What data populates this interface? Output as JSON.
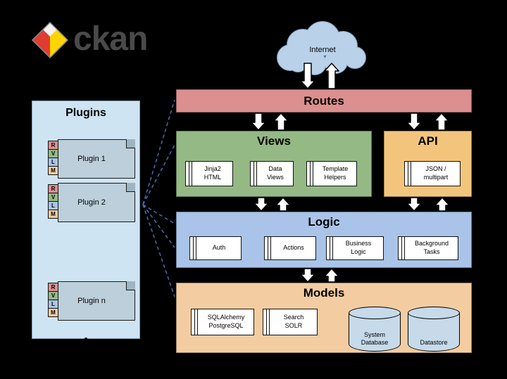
{
  "logo": {
    "text": "ckan"
  },
  "cloud": {
    "label": "Internet"
  },
  "plugins": {
    "title": "Plugins",
    "tab_labels": [
      "R",
      "V",
      "L",
      "M"
    ],
    "items": [
      {
        "label": "Plugin 1"
      },
      {
        "label": "Plugin 2"
      },
      {
        "label": "Plugin n"
      }
    ]
  },
  "layers": {
    "routes": {
      "title": "Routes",
      "color": "#dc8f8f"
    },
    "views": {
      "title": "Views",
      "color": "#94b985",
      "components": [
        "Jinja2\nHTML",
        "Data\nViews",
        "Template\nHelpers"
      ]
    },
    "api": {
      "title": "API",
      "color": "#f3c57c",
      "components": [
        "JSON /\nmultipart"
      ]
    },
    "logic": {
      "title": "Logic",
      "color": "#a9c4e8",
      "components": [
        "Auth",
        "Actions",
        "Business\nLogic",
        "Background\nTasks"
      ]
    },
    "models": {
      "title": "Models",
      "color": "#f3cda1",
      "components": [
        "SQLAlchemy\nPostgreSQL",
        "Search\nSOLR"
      ],
      "databases": [
        "System\nDatabase",
        "Datastore"
      ]
    }
  },
  "tab_colors": {
    "R": "#dc8f8f",
    "V": "#94b985",
    "L": "#a9c4e8",
    "M": "#f3cda1"
  }
}
